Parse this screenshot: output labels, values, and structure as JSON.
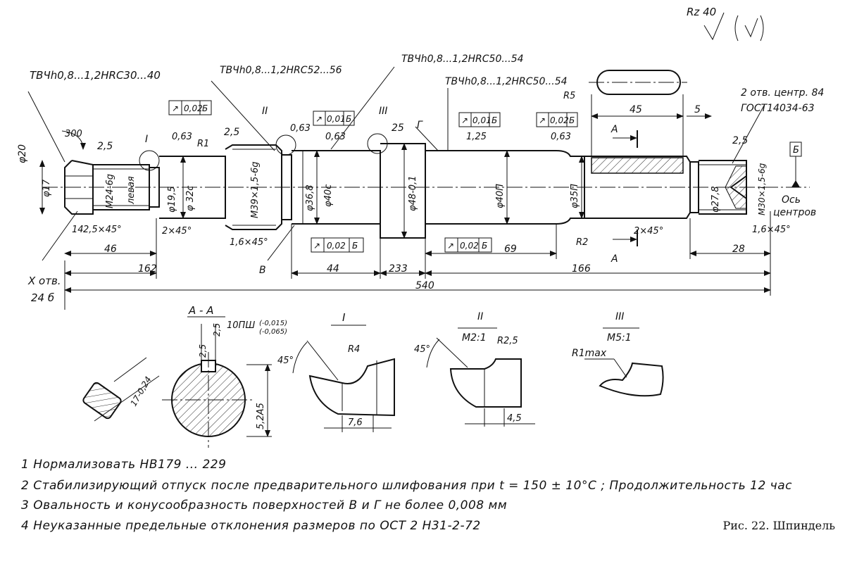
{
  "roughness": {
    "main": "Rz 40",
    "rest": "(√)"
  },
  "callouts": {
    "hardening_left": "ТВЧh0,8...1,2HRC30...40",
    "hardening_b": "ТВЧh0,8...1,2HRC52...56",
    "hardening_mid": "ТВЧh0,8...1,2HRC50...54",
    "hardening_right": "ТВЧh0,8...1,2HRC50...54",
    "center_holes": "2 отв. центр. 84",
    "center_std": "ГОСТ14034-63",
    "holes": "X отв.",
    "holes_depth": "24 б",
    "datum": "Б",
    "axis_label": "Ось",
    "axis_label2": "центров"
  },
  "tolerances": {
    "t1": "0,02",
    "t1d": "Б",
    "t2": "0,01",
    "t2d": "Б",
    "t3": "0,01",
    "t3d": "Б",
    "t4": "0,02",
    "t4d": "Б",
    "t5": "0,02",
    "t5d": "Б",
    "t6": "0,02",
    "t6d": "Б"
  },
  "diameters": {
    "d20": "φ20",
    "d17": "φ17",
    "m24": "M24-6g",
    "m24b": "левая",
    "d19": "φ19,5",
    "d32": "φ 32с",
    "m39": "M39×1,5-6g",
    "d36": "φ36,8",
    "d40c": "φ40с",
    "d48": "φ48-0,1",
    "d40p": "φ40П",
    "d35p": "φ35П",
    "d27": "φ27,8",
    "m30": "M30×1,5-6g"
  },
  "rough": {
    "r1": "0,63",
    "r2": "0,63",
    "r3": "0,63",
    "r4": "1,25",
    "r5": "0,63",
    "r6": "2,5",
    "r7": "2,5",
    "r8": "2,5",
    "r9": "25"
  },
  "dims": {
    "a300": "300",
    "c25": "2,5×45°",
    "c2": "2×45°",
    "c16": "1,6×45°",
    "c2r": "2×45°",
    "c16r": "1,6×45°",
    "n14": "14",
    "n46": "46",
    "n162": "162",
    "n44": "44",
    "n233": "233",
    "n69": "69",
    "n166": "166",
    "n540": "540",
    "n45": "45",
    "n5": "5",
    "n28": "28",
    "rR1": "R1",
    "rR2": "R2",
    "rR5": "R5"
  },
  "markers": {
    "I": "I",
    "II": "II",
    "III": "III",
    "V": "В",
    "G": "Г",
    "A1": "A",
    "A2": "A"
  },
  "section": {
    "title": "А - А",
    "key": "10ПШ",
    "key_tol1": "(-0,015)",
    "key_tol2": "(-0,065)",
    "d25a": "2,5",
    "d25b": "2,5",
    "depth": "5,2А5",
    "key_w": "17-0,24"
  },
  "detail_I": {
    "title": "I",
    "angle": "45°",
    "radius": "R4",
    "width": "7,6"
  },
  "detail_II": {
    "title": "II",
    "scale": "M2:1",
    "angle": "45°",
    "radius": "R2,5",
    "width": "4,5"
  },
  "detail_III": {
    "title": "III",
    "scale": "M5:1",
    "radius": "R1max"
  },
  "notes": [
    "1  Нормализовать  НВ179 ... 229",
    "2  Стабилизирующий  отпуск  после  предварительного  шлифования  при  t = 150 ± 10°С ;  Продолжительность  12 час",
    "3  Овальность  и  конусообразность  поверхностей  В  и  Г  не  более  0,008  мм",
    "4  Неуказанные  предельные  отклонения  размеров  по  ОСТ 2  Н31-2-72"
  ],
  "caption": "Рис. 22. Шпиндель"
}
